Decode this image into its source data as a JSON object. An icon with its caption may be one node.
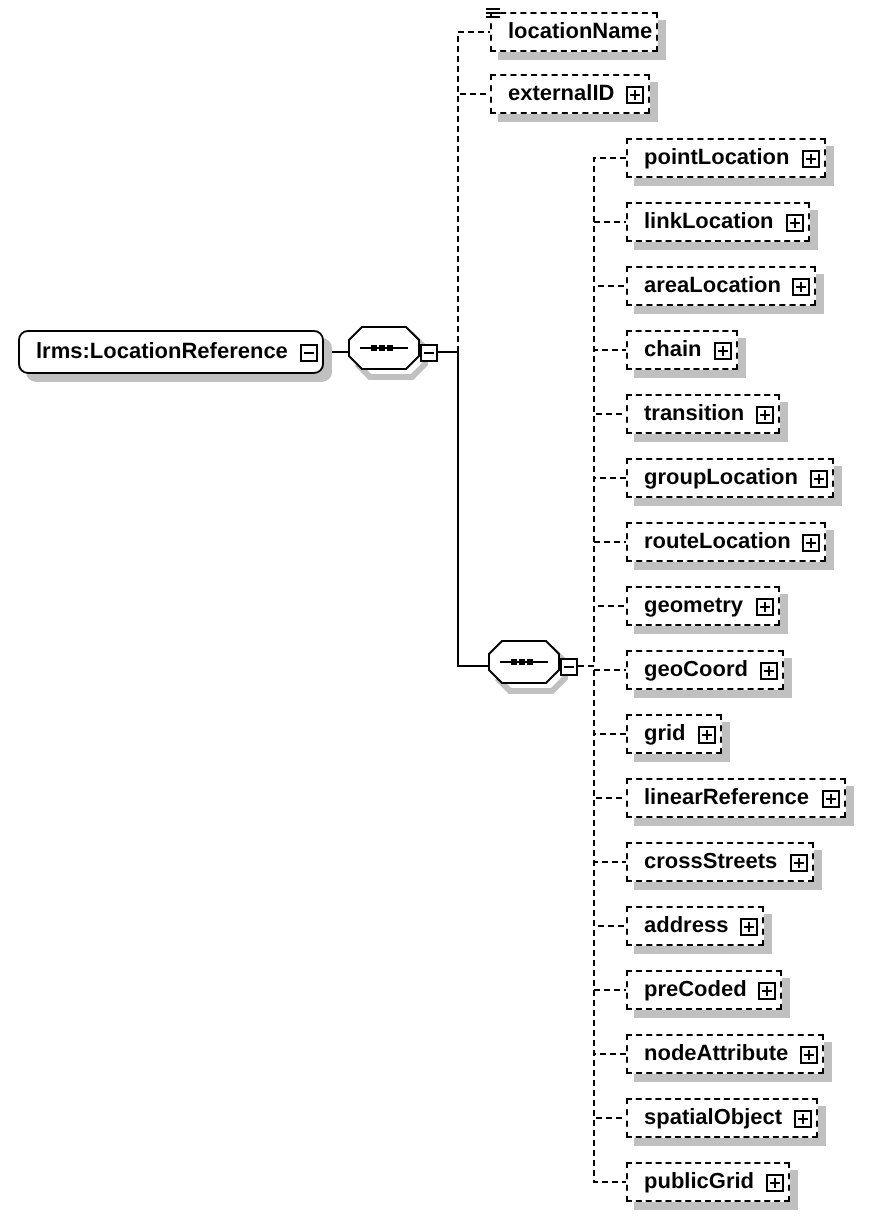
{
  "diagram": {
    "nodes": [
      {
        "text": [
          "lrms:LocationReference"
        ]
      },
      {
        "text": [],
        "shape": "octagon"
      },
      {
        "text": [
          "locationName"
        ]
      },
      {
        "text": [
          "externalID"
        ]
      },
      {
        "text": [],
        "shape": "octagon"
      },
      {
        "text": [
          "pointLocation"
        ]
      },
      {
        "text": [
          "linkLocation"
        ]
      },
      {
        "text": [
          "areaLocation"
        ]
      },
      {
        "text": [
          "chain"
        ]
      },
      {
        "text": [
          "transition"
        ]
      },
      {
        "text": [
          "groupLocation"
        ]
      },
      {
        "text": [
          "routeLocation"
        ]
      },
      {
        "text": [
          "geometry"
        ]
      },
      {
        "text": [
          "geoCoord"
        ]
      },
      {
        "text": [
          "grid"
        ]
      },
      {
        "text": [
          "linearReference"
        ]
      },
      {
        "text": [
          "crossStreets"
        ]
      },
      {
        "text": [
          "address"
        ]
      },
      {
        "text": [
          "preCoded"
        ]
      },
      {
        "text": [
          "nodeAttribute"
        ]
      },
      {
        "text": [
          "spatialObject"
        ]
      },
      {
        "text": [
          "publicGrid"
        ]
      }
    ],
    "edges": [
      {
        "from": 0,
        "to": 1,
        "arrow": "none"
      },
      {
        "from": 1,
        "to": 2,
        "arrow": "none",
        "style": "dashed"
      },
      {
        "from": 1,
        "to": 3,
        "arrow": "none",
        "style": "dashed"
      },
      {
        "from": 1,
        "to": 4,
        "arrow": "none"
      },
      {
        "from": 4,
        "to": 5,
        "arrow": "none",
        "style": "dashed"
      },
      {
        "from": 4,
        "to": 6,
        "arrow": "none",
        "style": "dashed"
      },
      {
        "from": 4,
        "to": 7,
        "arrow": "none",
        "style": "dashed"
      },
      {
        "from": 4,
        "to": 8,
        "arrow": "none",
        "style": "dashed"
      },
      {
        "from": 4,
        "to": 9,
        "arrow": "none",
        "style": "dashed"
      },
      {
        "from": 4,
        "to": 10,
        "arrow": "none",
        "style": "dashed"
      },
      {
        "from": 4,
        "to": 11,
        "arrow": "none",
        "style": "dashed"
      },
      {
        "from": 4,
        "to": 12,
        "arrow": "none",
        "style": "dashed"
      },
      {
        "from": 4,
        "to": 13,
        "arrow": "none",
        "style": "dashed"
      },
      {
        "from": 4,
        "to": 14,
        "arrow": "none",
        "style": "dashed"
      },
      {
        "from": 4,
        "to": 15,
        "arrow": "none",
        "style": "dashed"
      },
      {
        "from": 4,
        "to": 16,
        "arrow": "none",
        "style": "dashed"
      },
      {
        "from": 4,
        "to": 17,
        "arrow": "none",
        "style": "dashed"
      },
      {
        "from": 4,
        "to": 18,
        "arrow": "none",
        "style": "dashed"
      },
      {
        "from": 4,
        "to": 19,
        "arrow": "none",
        "style": "dashed"
      },
      {
        "from": 4,
        "to": 20,
        "arrow": "none",
        "style": "dashed"
      },
      {
        "from": 4,
        "to": 21,
        "arrow": "none",
        "style": "dashed"
      }
    ]
  }
}
